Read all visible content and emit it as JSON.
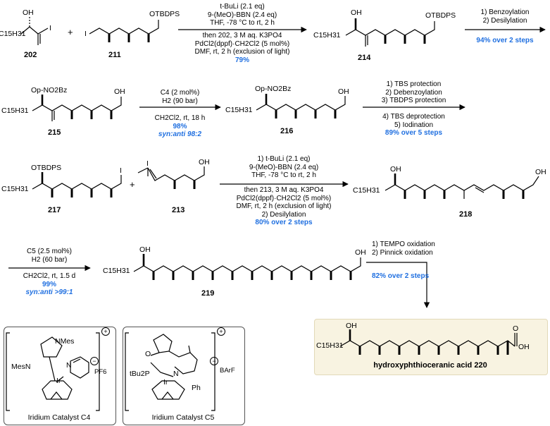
{
  "labels": {
    "c202": "202",
    "c211": "211",
    "c214": "214",
    "c215": "215",
    "c216": "216",
    "c217": "217",
    "c213": "213",
    "c218": "218",
    "c219": "219"
  },
  "groups": {
    "oh": "OH",
    "i": "I",
    "otbdps": "OTBDPS",
    "c15": "C15H31",
    "opnbz": "Op-NO2Bz",
    "cooh": "OH",
    "o": "O",
    "plus": "+"
  },
  "step1": {
    "line1": "t-BuLi (2.1 eq)",
    "line2": "9-(MeO)-BBN (2.4 eq)",
    "line3": "THF, -78 °C to rt, 2 h",
    "line4": "then 202, 3 M aq. K3PO4",
    "line5": "PdCl2(dppf)·CH2Cl2 (5 mol%)",
    "line6": "DMF, rt, 2 h (exclusion of light)",
    "yield": "79%"
  },
  "step2": {
    "line1": "1) Benzoylation",
    "line2": "2) Desilylation",
    "yield": "94% over 2 steps"
  },
  "step3": {
    "line1": "C4 (2 mol%)",
    "line2": "H2 (90 bar)",
    "line3": "CH2Cl2, rt, 18 h",
    "yield": "98%",
    "ratio": "syn:anti 98:2"
  },
  "step4": {
    "line1": "1) TBS protection",
    "line2": "2) Debenzoylation",
    "line3": "3) TBDPS protection",
    "line4": "4) TBS deprotection",
    "line5": "5) Iodination",
    "yield": "89% over 5 steps"
  },
  "step5": {
    "line1": "1) t-BuLi (2.1 eq)",
    "line2": "9-(MeO)-BBN (2.4 eq)",
    "line3": "THF, -78 °C to rt, 2 h",
    "line4": "then 213, 3 M aq. K3PO4",
    "line5": "PdCl2(dppf)·CH2Cl2 (5 mol%)",
    "line6": "DMF, rt, 2 h (exclusion of light)",
    "line7": "2) Desilylation",
    "yield": "80% over 2 steps"
  },
  "step6": {
    "line1": "C5 (2.5 mol%)",
    "line2": "H2 (60 bar)",
    "line3": "CH2Cl2, rt, 1.5 d",
    "yield": "99%",
    "ratio": "syn:anti >99:1"
  },
  "step7": {
    "line1": "1) TEMPO oxidation",
    "line2": "2) Pinnick oxidation",
    "yield": "82% over 2 steps"
  },
  "product": {
    "name": "hydroxyphthioceranic acid 220"
  },
  "catalyst4": {
    "nmes_top": "NMes",
    "nmes_left": "MesN",
    "n": "N",
    "ir": "Ir",
    "counterion": "PF6",
    "charge_plus": "+",
    "charge_minus": "−",
    "caption": "Iridium Catalyst C4"
  },
  "catalyst5": {
    "o": "O",
    "p": "tBu2P",
    "n": "N",
    "ir": "Ir",
    "ph": "Ph",
    "counterion": "BArF",
    "charge_plus": "+",
    "charge_minus": "−",
    "caption": "Iridium Catalyst C5"
  },
  "colors": {
    "yield_blue": "#1f6fe0",
    "product_bg": "#f8f3e1"
  }
}
